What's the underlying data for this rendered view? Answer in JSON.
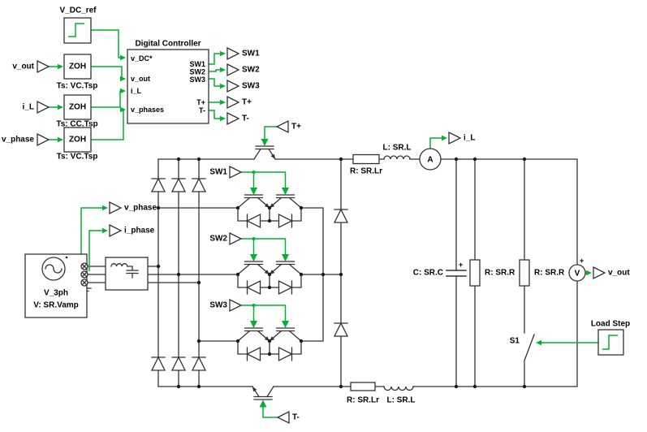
{
  "colors": {
    "wire": "#323232",
    "signal": "#00b22d",
    "background": "#ffffff"
  },
  "vdc_ref": {
    "label": "V_DC_ref"
  },
  "zoh": [
    {
      "source": "v_out",
      "label": "ZOH",
      "sample_time": "Ts: VC.Tsp"
    },
    {
      "source": "i_L",
      "label": "ZOH",
      "sample_time": "Ts: CC.Tsp"
    },
    {
      "source": "v_phase",
      "label": "ZOH",
      "sample_time": "Ts: VC.Tsp"
    }
  ],
  "controller": {
    "title": "Digital Controller",
    "inputs": [
      "v_DC*",
      "v_out",
      "i_L",
      "v_phases"
    ],
    "outputs": [
      "SW1",
      "SW2",
      "SW3",
      "T+",
      "T-"
    ]
  },
  "goto_tags": {
    "sw1": "SW1",
    "sw2": "SW2",
    "sw3": "SW3",
    "t_plus": "T+",
    "t_minus": "T-",
    "i_l": "i_L",
    "v_out": "v_out",
    "v_phase": "v_phase",
    "i_phase": "i_phase"
  },
  "from_tags": {
    "t_plus": "T+",
    "t_minus": "T-",
    "sw1": "SW1",
    "sw2": "SW2",
    "sw3": "SW3"
  },
  "source": {
    "name": "V_3ph",
    "param": "V: SR.Vamp"
  },
  "components": {
    "top_resistor": "R: SR.Lr",
    "top_inductor": "L: SR.L",
    "bottom_resistor": "R: SR.Lr",
    "bottom_inductor": "L: SR.L",
    "capacitor": "C: SR.C",
    "load_resistor_1": "R: SR.R",
    "load_resistor_2": "R: SR.R",
    "switch": "S1",
    "load_step": "Load Step",
    "ammeter": "A",
    "voltmeter": "V",
    "cap_plus": "+",
    "volt_plus": "+"
  }
}
